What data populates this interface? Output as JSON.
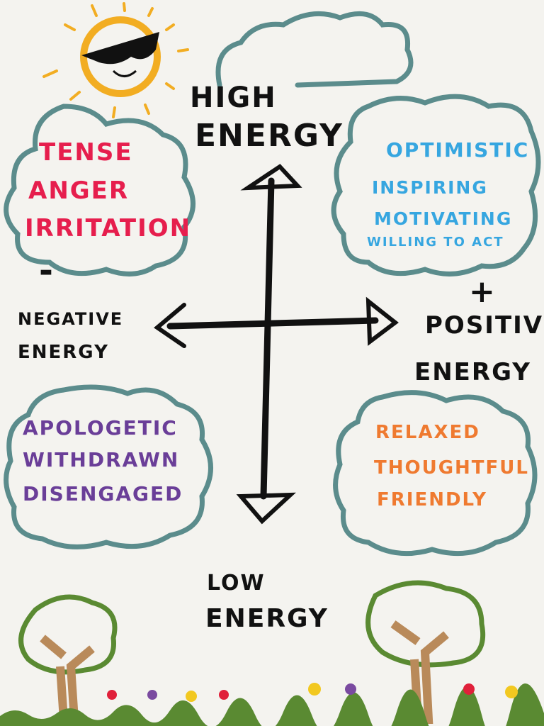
{
  "axes": {
    "top": [
      "High",
      "Energy"
    ],
    "bottom": [
      "Low",
      "Energy"
    ],
    "left": [
      "Negative",
      "Energy"
    ],
    "right": [
      "Positive",
      "Energy"
    ],
    "minus_sign": "-",
    "plus_sign": "+"
  },
  "quadrants": {
    "top_left": {
      "words": [
        "Tense",
        "Anger",
        "Irritation"
      ],
      "color": "#e61e4d"
    },
    "top_right": {
      "words": [
        "Optimistic",
        "Inspiring",
        "Motivating",
        "Willing to act"
      ],
      "color": "#36a6e0"
    },
    "bottom_left": {
      "words": [
        "Apologetic",
        "Withdrawn",
        "Disengaged"
      ],
      "color": "#6a3e98"
    },
    "bottom_right": {
      "words": [
        "Relaxed",
        "Thoughtful",
        "Friendly"
      ],
      "color": "#ef7a30"
    }
  },
  "colors": {
    "cloud": "#5b8c8c",
    "sun": "#f2ad22",
    "tree_leaf": "#5a8a32",
    "trunk": "#b98a5a",
    "background": "#f4f3ef"
  }
}
